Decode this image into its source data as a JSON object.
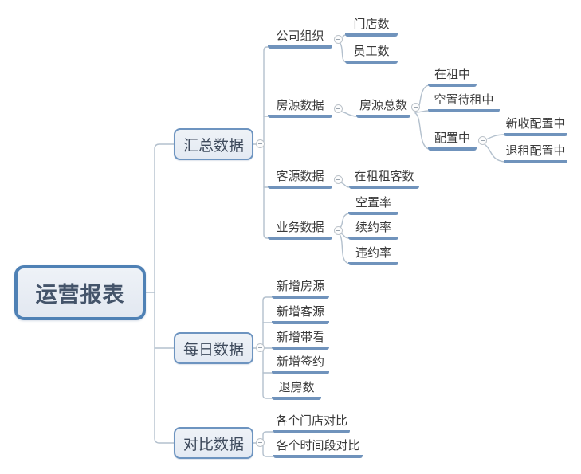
{
  "mindmap": {
    "root": {
      "label": "运营报表"
    },
    "branches": [
      {
        "label": "汇总数据",
        "children": [
          {
            "label": "公司组织",
            "children": [
              {
                "label": "门店数"
              },
              {
                "label": "员工数"
              }
            ]
          },
          {
            "label": "房源数据",
            "children": [
              {
                "label": "房源总数",
                "children": [
                  {
                    "label": "在租中"
                  },
                  {
                    "label": "空置待租中"
                  },
                  {
                    "label": "配置中",
                    "children": [
                      {
                        "label": "新收配置中"
                      },
                      {
                        "label": "退租配置中"
                      }
                    ]
                  }
                ]
              }
            ]
          },
          {
            "label": "客源数据",
            "children": [
              {
                "label": "在租租客数"
              }
            ]
          },
          {
            "label": "业务数据",
            "children": [
              {
                "label": "空置率"
              },
              {
                "label": "续约率"
              },
              {
                "label": "违约率"
              }
            ]
          }
        ]
      },
      {
        "label": "每日数据",
        "children": [
          {
            "label": "新增房源"
          },
          {
            "label": "新增客源"
          },
          {
            "label": "新增带看"
          },
          {
            "label": "新增签约"
          },
          {
            "label": "退房数"
          }
        ]
      },
      {
        "label": "对比数据",
        "children": [
          {
            "label": "各个门店对比"
          },
          {
            "label": "各个时间段对比"
          }
        ]
      }
    ]
  },
  "icons": {
    "collapse": "minus-circle"
  },
  "colors": {
    "root_border": "#4f81b5",
    "root_text": "#44546a",
    "node_border": "#6d94c0",
    "node_fill": "#e9eef5",
    "underline": "#7093bc",
    "connector": "#b3c0cd",
    "text": "#3a3a3a",
    "background": "#ffffff"
  }
}
